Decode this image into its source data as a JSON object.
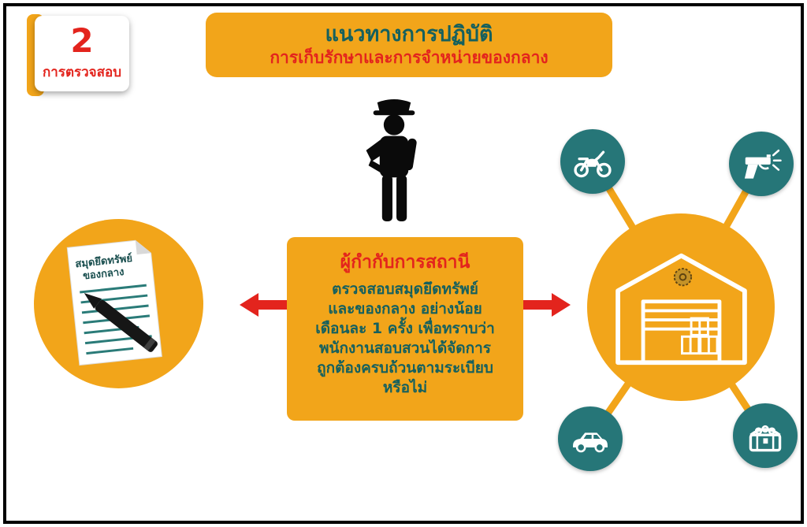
{
  "colors": {
    "accent_yellow": "#F2A51A",
    "teal": "#267678",
    "red": "#E3241D",
    "dark_teal_text": "#15605E",
    "border_black": "#000000",
    "background": "#FFFFFF"
  },
  "badge": {
    "number": "2",
    "label": "การตรวจสอบ"
  },
  "header": {
    "title": "แนวทางการปฏิบัติ",
    "subtitle": "การเก็บรักษาและการจำหน่ายของกลาง"
  },
  "left_circle": {
    "document_label": {
      "line1": "สมุดยึดทรัพย์",
      "line2": "ของกลาง"
    }
  },
  "center_box": {
    "title": "ผู้กำกับการสถานี",
    "lines": [
      "ตรวจสอบสมุดยึดทรัพย์",
      "และของกลาง อย่างน้อย",
      "เดือนละ 1 ครั้ง เพื่อทราบว่า",
      "พนักงานสอบสวนได้จัดการ",
      "ถูกต้องครบถ้วนตามระเบียบ",
      "หรือไม่"
    ]
  },
  "icons": {
    "police_officer": "police-officer silhouette with peaked cap",
    "seizure_book": "document sheet with pencil",
    "evidence_warehouse": "warehouse outline with stacked boxes and seal emblem",
    "motorcycle": "motorcycle",
    "pistol": "pistol firing",
    "car": "car side view",
    "treasure_chest": "treasure chest with coins",
    "arrows": "red double-headed horizontal arrows"
  }
}
